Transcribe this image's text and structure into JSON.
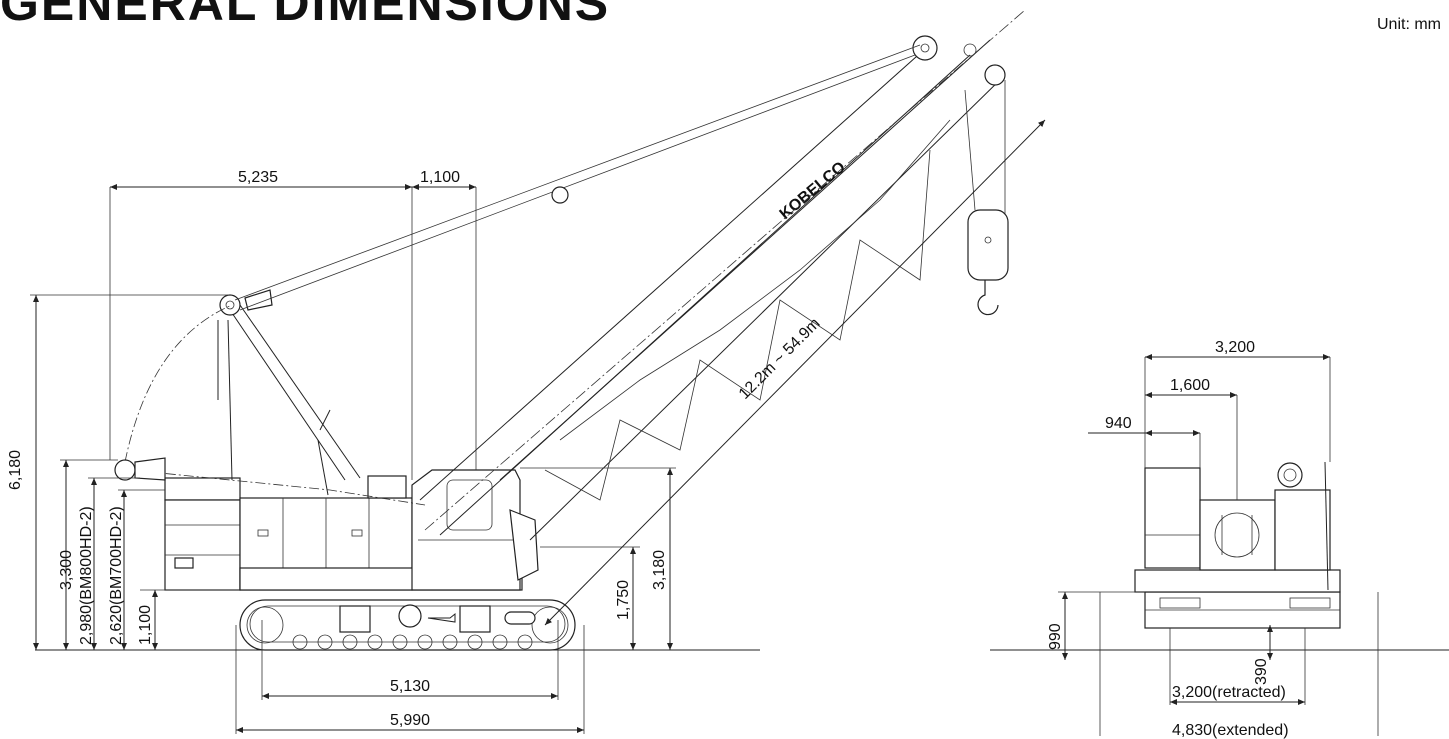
{
  "title": "GENERAL DIMENSIONS",
  "unit": "Unit: mm",
  "side_view": {
    "dims": {
      "d5235": "5,235",
      "d1100_top": "1,100",
      "d6180": "6,180",
      "d3300": "3,300",
      "d2980": "2,980(BM800HD-2)",
      "d2620": "2,620(BM700HD-2)",
      "d1100_side": "1,100",
      "d1750": "1,750",
      "d3180": "3,180",
      "d5130": "5,130",
      "d5990": "5,990",
      "boom": "12.2m ~ 54.9m"
    },
    "brand": "KOBELCO"
  },
  "rear_view": {
    "dims": {
      "d3200_top": "3,200",
      "d1600": "1,600",
      "d940": "940",
      "d990": "990",
      "d390": "390",
      "d3200_retracted": "3,200(retracted)",
      "d4830_extended": "4,830(extended)"
    }
  },
  "colors": {
    "line": "#222222",
    "text": "#111111",
    "background": "#ffffff"
  }
}
